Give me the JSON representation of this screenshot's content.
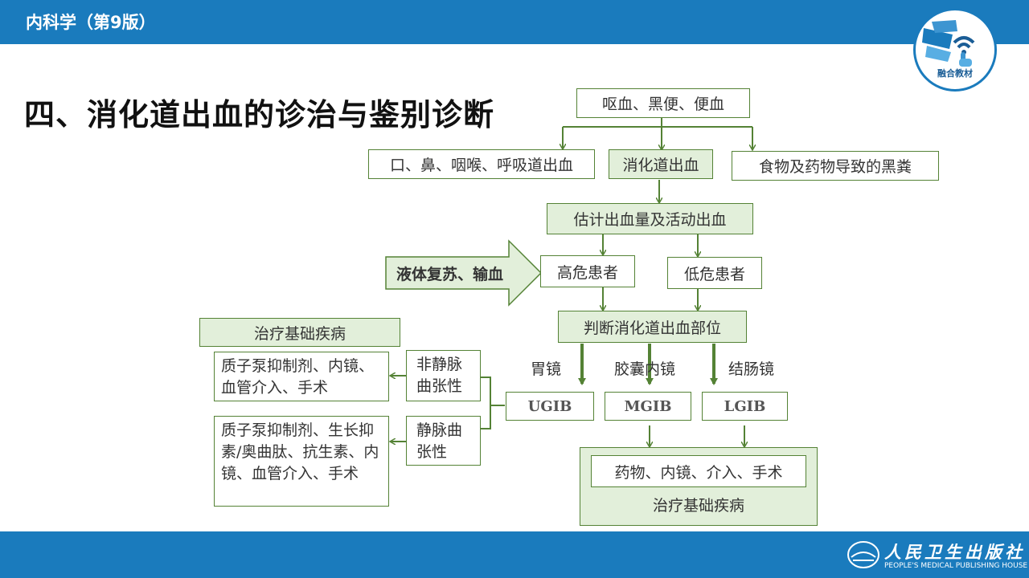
{
  "header": {
    "book_title": "内科学（第9版）"
  },
  "logo": {
    "text": "融合教材"
  },
  "slide": {
    "title": "四、消化道出血的诊治与鉴别诊断"
  },
  "flow": {
    "symptoms": "呕血、黑便、便血",
    "nose_throat": "口、鼻、咽喉、呼吸道出血",
    "gi_bleeding": "消化道出血",
    "food_drug": "食物及药物导致的黑粪",
    "estimate": "估计出血量及活动出血",
    "resuscitation": "液体复苏、输血",
    "high_risk": "高危患者",
    "low_risk": "低危患者",
    "locate": "判断消化道出血部位",
    "basic_disease_top": "治疗基础疾病",
    "treatment_nonvariceal": "质子泵抑制剂、内镜、血管介入、手术",
    "nonvariceal": "非静脉曲张性",
    "variceal": "静脉曲张性",
    "treatment_variceal": "质子泵抑制剂、生长抑素/奥曲肽、抗生素、内镜、血管介入、手术",
    "gastroscope": "胃镜",
    "capsule": "胶囊内镜",
    "colonoscope": "结肠镜",
    "ugib": "UGIB",
    "mgib": "MGIB",
    "lgib": "LGIB",
    "treatment_general": "药物、内镜、介入、手术",
    "basic_disease_bottom": "治疗基础疾病"
  },
  "footer": {
    "publisher": "人民卫生出版社",
    "publisher_en": "PEOPLE'S MEDICAL PUBLISHING HOUSE"
  },
  "colors": {
    "brand_blue": "#1a7bbd",
    "flow_green": "#548235",
    "box_fill": "#e2efda"
  }
}
